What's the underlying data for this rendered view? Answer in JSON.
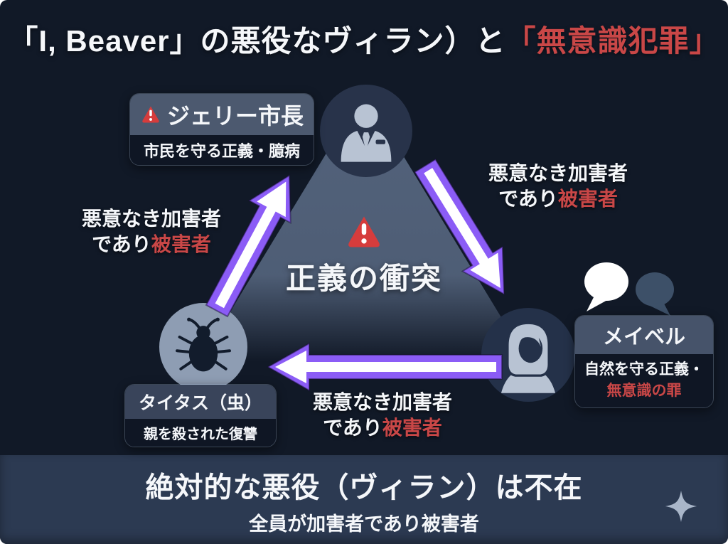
{
  "title": {
    "main": "「I, Beaver」の悪役なヴィラン）と",
    "highlight": "「無意識犯罪」"
  },
  "center": {
    "conflict_label": "正義の衝突"
  },
  "nodes": {
    "mayor": {
      "name": "ジェリー市長",
      "desc": "市民を守る正義・臆病"
    },
    "titus": {
      "name": "タイタス（虫）",
      "desc": "親を殺された復讐"
    },
    "maybel": {
      "name": "メイベル",
      "desc_line1": "自然を守る正義・",
      "desc_line2_red": "無意識の罪"
    }
  },
  "edges": {
    "titus_to_mayor": {
      "line1": "悪意なき加害者",
      "line2_white": "であり",
      "line2_red": "被害者"
    },
    "mayor_to_maybel": {
      "line1": "悪意なき加害者",
      "line2_white": "であり",
      "line2_red": "被害者"
    },
    "maybel_to_titus": {
      "line1": "悪意なき加害者",
      "line2_white": "であり",
      "line2_red": "被害者"
    }
  },
  "footer": {
    "line1": "絶対的な悪役（ヴィラン）は不在",
    "line2": "全員が加害者であり被害者"
  },
  "icons": {
    "warning": "warning-triangle",
    "mayor_avatar": "businessman-silhouette",
    "titus_avatar": "beetle-silhouette",
    "maybel_avatar": "woman-silhouette",
    "speech": "speech-bubbles",
    "sparkle": "four-point-star"
  },
  "colors": {
    "background": "#111927",
    "banner_background": "#2c3a52",
    "accent_purple": "#8b5cf6",
    "danger_red": "#c94747",
    "triangle_slate": "#55657e",
    "text_white": "#f5f7fa"
  }
}
